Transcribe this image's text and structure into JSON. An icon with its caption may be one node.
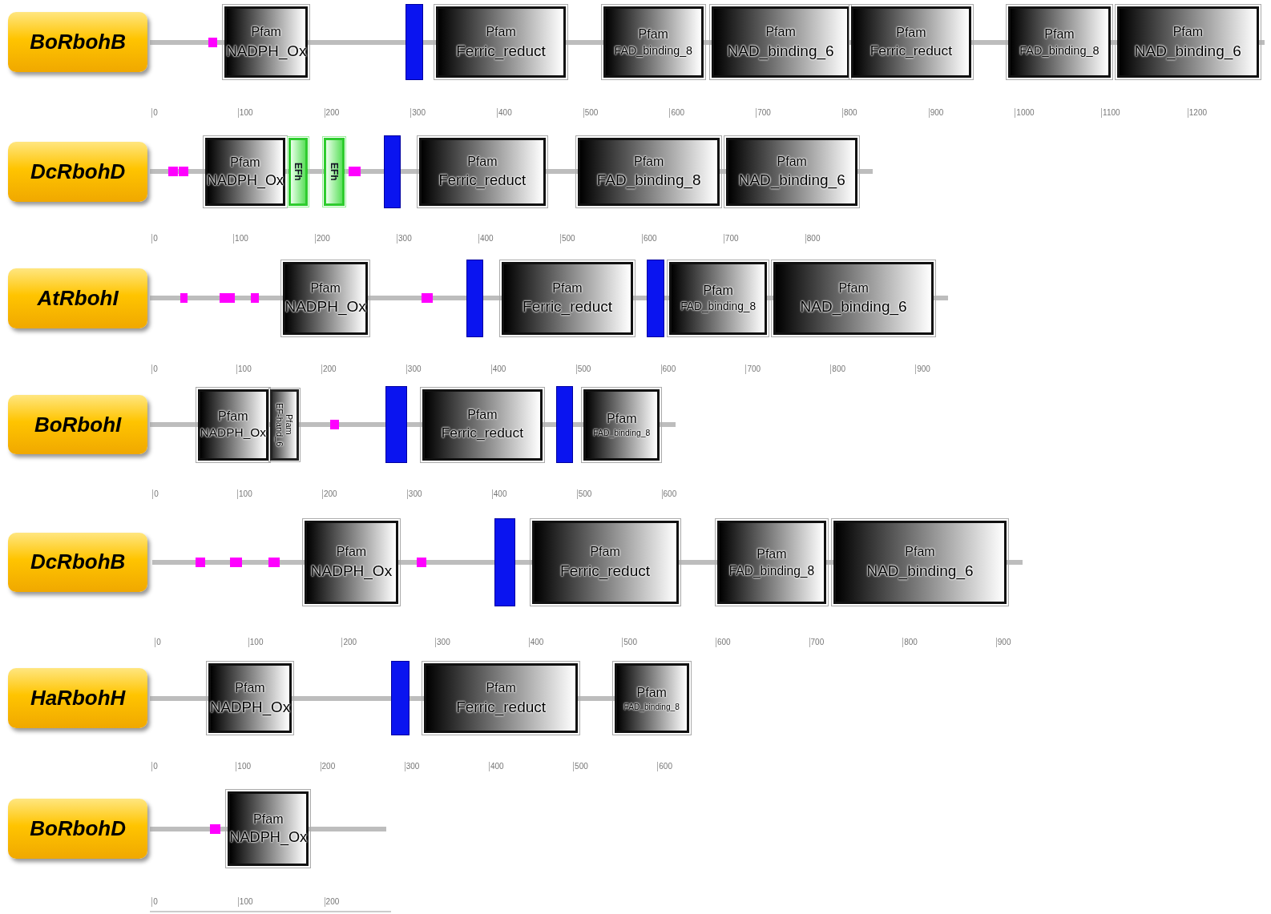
{
  "diagram": {
    "nodes": [
      {
        "text": [
          "BoRbohB"
        ]
      },
      {
        "text": [],
        "shape": "box"
      },
      {
        "text": [
          "Pfam",
          "NADPH_Ox"
        ]
      },
      {
        "text": [],
        "shape": "bar"
      },
      {
        "text": [
          "Pfam",
          "Ferric_reduct"
        ]
      },
      {
        "text": [
          "Pfam",
          "FAD_binding_8"
        ]
      },
      {
        "text": [
          "Pfam",
          "NAD_binding_6"
        ]
      },
      {
        "text": [
          "Pfam",
          "Ferric_reduct"
        ]
      },
      {
        "text": [
          "Pfam",
          "FAD_binding_8"
        ]
      },
      {
        "text": [
          "Pfam",
          "NAD_binding_6"
        ]
      },
      {
        "text": [
          "DcRbohD"
        ]
      },
      {
        "text": [],
        "shape": "box"
      },
      {
        "text": [],
        "shape": "box"
      },
      {
        "text": [
          "Pfam",
          "NADPH_Ox"
        ]
      },
      {
        "text": [
          "EFh"
        ]
      },
      {
        "text": [
          "EFh"
        ]
      },
      {
        "text": [],
        "shape": "box"
      },
      {
        "text": [],
        "shape": "bar"
      },
      {
        "text": [
          "Pfam",
          "Ferric_reduct"
        ]
      },
      {
        "text": [
          "Pfam",
          "FAD_binding_8"
        ]
      },
      {
        "text": [
          "Pfam",
          "NAD_binding_6"
        ]
      },
      {
        "text": [
          "AtRbohI"
        ]
      },
      {
        "text": [],
        "shape": "box"
      },
      {
        "text": [],
        "shape": "box"
      },
      {
        "text": [],
        "shape": "box"
      },
      {
        "text": [
          "Pfam",
          "NADPH_Ox"
        ]
      },
      {
        "text": [],
        "shape": "box"
      },
      {
        "text": [],
        "shape": "bar"
      },
      {
        "text": [
          "Pfam",
          "Ferric_reduct"
        ]
      },
      {
        "text": [],
        "shape": "bar"
      },
      {
        "text": [
          "Pfam",
          "FAD_binding_8"
        ]
      },
      {
        "text": [
          "Pfam",
          "NAD_binding_6"
        ]
      },
      {
        "text": [
          "BoRbohI"
        ]
      },
      {
        "text": [
          "Pfam",
          "NADPH_Ox"
        ]
      },
      {
        "text": [
          "Pfam",
          "EF-hand_6"
        ]
      },
      {
        "text": [],
        "shape": "box"
      },
      {
        "text": [],
        "shape": "bar"
      },
      {
        "text": [
          "Pfam",
          "Ferric_reduct"
        ]
      },
      {
        "text": [],
        "shape": "bar"
      },
      {
        "text": [
          "Pfam",
          "FAD_binding_8"
        ]
      },
      {
        "text": [
          "DcRbohB"
        ]
      },
      {
        "text": [],
        "shape": "box"
      },
      {
        "text": [],
        "shape": "box"
      },
      {
        "text": [],
        "shape": "box"
      },
      {
        "text": [
          "Pfam",
          "NADPH_Ox"
        ]
      },
      {
        "text": [],
        "shape": "box"
      },
      {
        "text": [],
        "shape": "bar"
      },
      {
        "text": [
          "Pfam",
          "Ferric_reduct"
        ]
      },
      {
        "text": [
          "Pfam",
          "FAD_binding_8"
        ]
      },
      {
        "text": [
          "Pfam",
          "NAD_binding_6"
        ]
      },
      {
        "text": [
          "HaRbohH"
        ]
      },
      {
        "text": [
          "Pfam",
          "NADPH_Ox"
        ]
      },
      {
        "text": [],
        "shape": "bar"
      },
      {
        "text": [
          "Pfam",
          "Ferric_reduct"
        ]
      },
      {
        "text": [
          "Pfam",
          "FAD_binding_8"
        ]
      },
      {
        "text": [
          "BoRbohD"
        ]
      },
      {
        "text": [],
        "shape": "box"
      },
      {
        "text": [
          "Pfam",
          "NADPH_Ox"
        ]
      }
    ],
    "labels": [
      "0",
      "100",
      "200",
      "300",
      "400",
      "500",
      "600",
      "700",
      "800",
      "900",
      "1000",
      "1100",
      "1200",
      "0",
      "100",
      "200",
      "300",
      "400",
      "500",
      "600",
      "700",
      "800",
      "0",
      "100",
      "200",
      "300",
      "400",
      "500",
      "600",
      "700",
      "800",
      "900",
      "0",
      "100",
      "200",
      "300",
      "400",
      "500",
      "600",
      "0",
      "100",
      "200",
      "300",
      "400",
      "500",
      "600",
      "700",
      "800",
      "900",
      "0",
      "100",
      "200",
      "300",
      "400",
      "500",
      "600",
      "0",
      "100",
      "200"
    ]
  }
}
